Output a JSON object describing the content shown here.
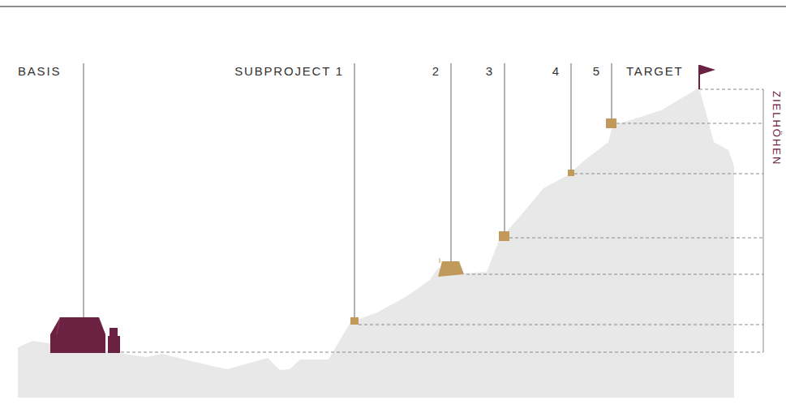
{
  "diagram": {
    "labels": [
      "BASIS",
      "SUBPROJECT 1",
      "2",
      "3",
      "4",
      "5",
      "TARGET",
      "ZIELHÖHEN"
    ]
  }
}
